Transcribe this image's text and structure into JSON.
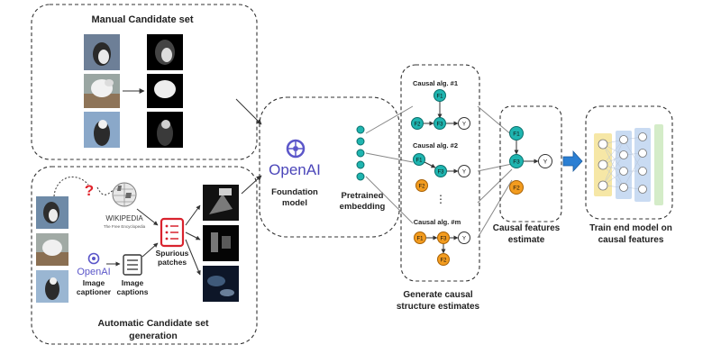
{
  "manual": {
    "title": "Manual Candidate set"
  },
  "automatic": {
    "title_line1": "Automatic Candidate set",
    "title_line2": "generation",
    "question_mark": "?",
    "wiki_name": "WIKIPEDIA",
    "wiki_tagline": "The Free Encyclopedia",
    "openai_small": "OpenAI",
    "captioner_line1": "Image",
    "captioner_line2": "captioner",
    "captions_line1": "Image",
    "captions_line2": "captions",
    "spurious_line1": "Spurious",
    "spurious_line2": "patches"
  },
  "foundation": {
    "brand": "OpenAI",
    "label_line1": "Foundation",
    "label_line2": "model"
  },
  "embedding": {
    "label_line1": "Pretrained",
    "label_line2": "embedding"
  },
  "causal": {
    "alg1": "Causal alg. #1",
    "alg2": "Causal alg. #2",
    "algm": "Causal alg. #m",
    "ellipsis": "⋮",
    "label_line1": "Generate causal",
    "label_line2": "structure estimates",
    "node_f1": "F1",
    "node_f2": "F2",
    "node_f3": "F3",
    "node_y": "Y"
  },
  "estimate": {
    "label_line1": "Causal features",
    "label_line2": "estimate"
  },
  "train": {
    "label_line1": "Train end model on",
    "label_line2": "causal features"
  },
  "colors": {
    "teal": "#1fb5b0",
    "orange": "#f39c1f",
    "arrow_blue": "#2b7fd3",
    "red_doc": "#d9232e",
    "nn_yellow": "#f6e7a6",
    "nn_blue": "#c9dbf2",
    "nn_green": "#d4ecc8"
  }
}
